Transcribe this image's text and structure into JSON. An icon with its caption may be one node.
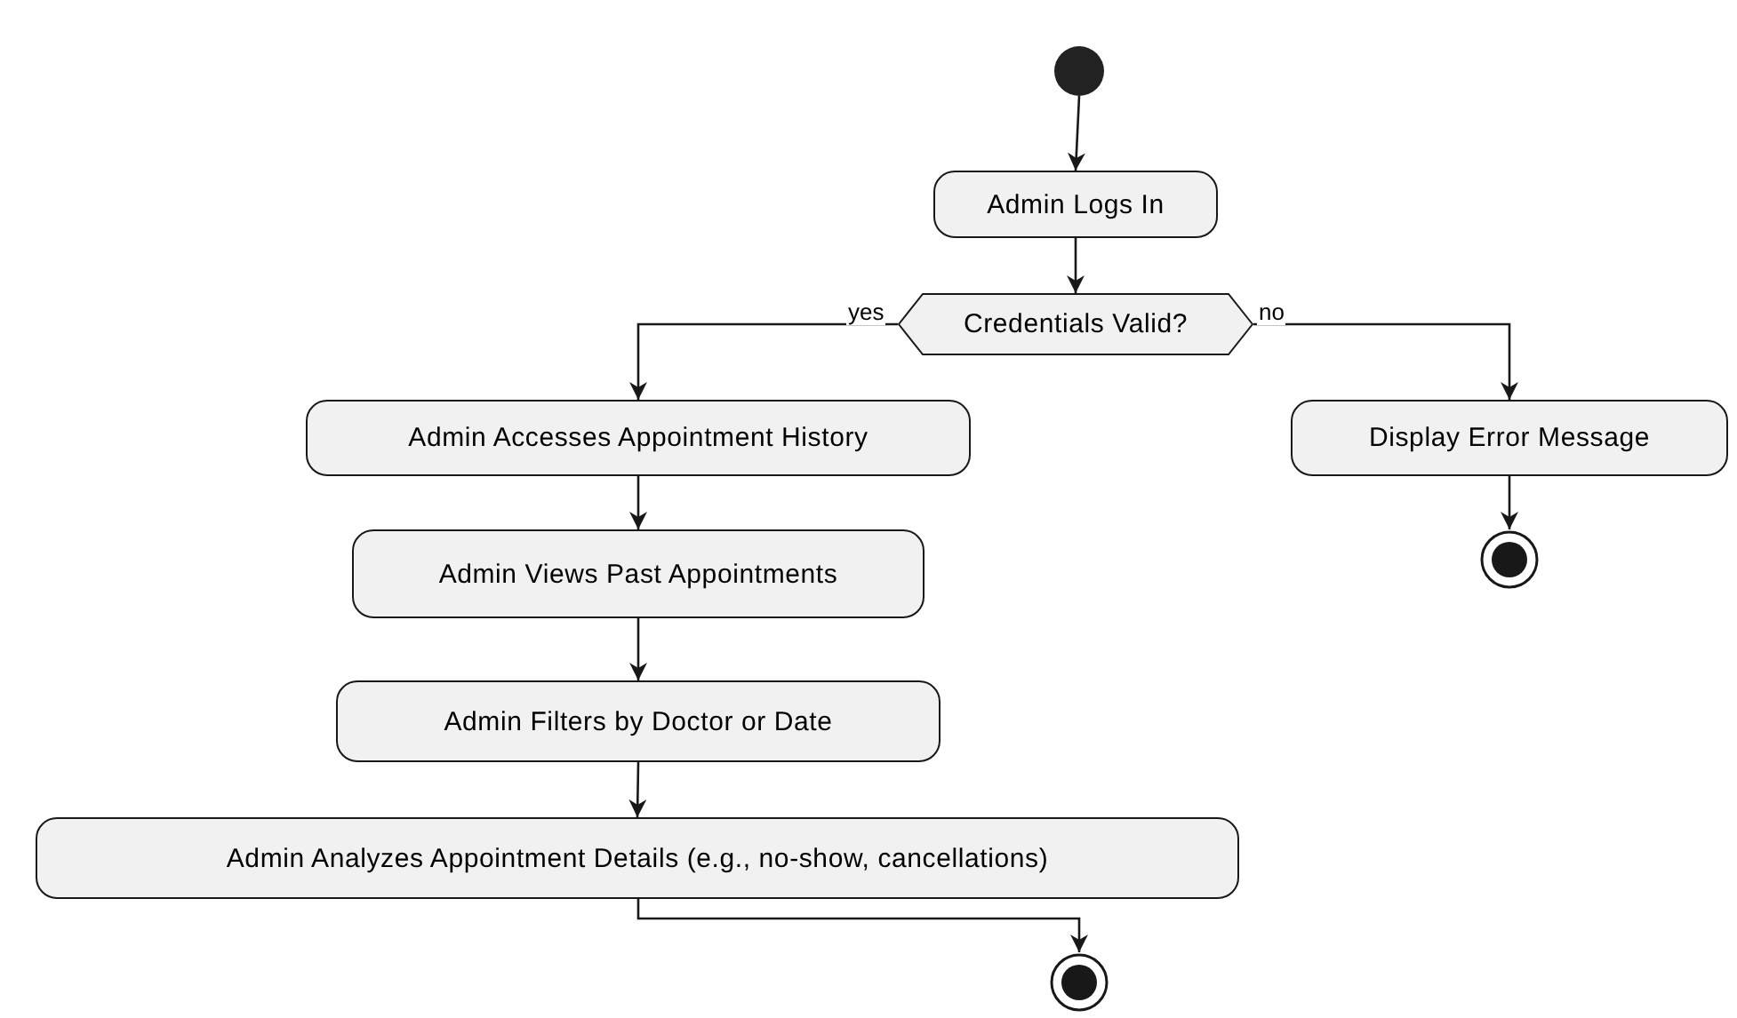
{
  "diagram": {
    "nodes": [
      {
        "text": [],
        "shape": "circle"
      },
      {
        "text": [
          "Admin Logs In"
        ]
      },
      {
        "text": [
          "Credentials Valid?"
        ]
      },
      {
        "text": [
          "Admin Accesses Appointment History"
        ]
      },
      {
        "text": [
          "Display Error Message"
        ]
      },
      {
        "text": [],
        "shape": "circle"
      },
      {
        "text": [
          "Admin Views Past Appointments"
        ]
      },
      {
        "text": [
          "Admin Filters by Doctor or Date"
        ]
      },
      {
        "text": [
          "Admin Analyzes Appointment Details (e.g., no-show, cancellations)"
        ]
      },
      {
        "text": [],
        "shape": "circle"
      }
    ],
    "edges": [
      {
        "from": 0,
        "to": 1,
        "arrow": "to"
      },
      {
        "from": 1,
        "to": 2,
        "arrow": "to"
      },
      {
        "from": 2,
        "to": 3,
        "arrow": "to",
        "label": "yes"
      },
      {
        "from": 2,
        "to": 4,
        "arrow": "to",
        "label": "no"
      },
      {
        "from": 4,
        "to": 5,
        "arrow": "to"
      },
      {
        "from": 3,
        "to": 6,
        "arrow": "to"
      },
      {
        "from": 6,
        "to": 7,
        "arrow": "to"
      },
      {
        "from": 7,
        "to": 8,
        "arrow": "to"
      },
      {
        "from": 8,
        "to": 9,
        "arrow": "to"
      }
    ]
  }
}
